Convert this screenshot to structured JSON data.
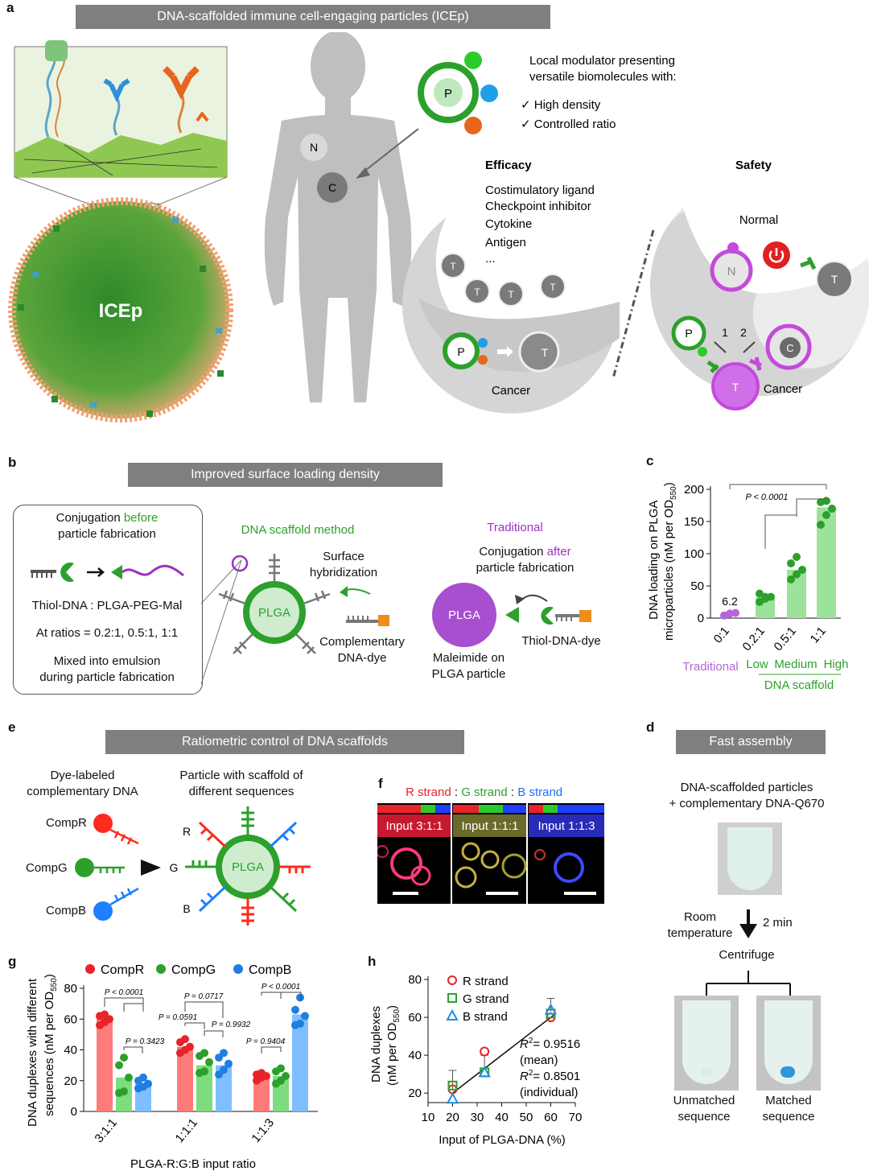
{
  "panel_a": {
    "letter": "a",
    "banner": "DNA-scaffolded immune cell-engaging particles (ICEp)",
    "particle_label": "ICEp",
    "node_n": "N",
    "node_c": "C",
    "node_p": "P",
    "modulator_line1": "Local modulator presenting",
    "modulator_line2": "versatile biomolecules with:",
    "check1": "✓ High density",
    "check2": "✓ Controlled ratio",
    "efficacy_title": "Efficacy",
    "efficacy_items": [
      "Costimulatory ligand",
      "Checkpoint inhibitor",
      "Cytokine",
      "Antigen",
      "..."
    ],
    "safety_title": "Safety",
    "normal_label": "Normal",
    "cancer_label": "Cancer",
    "t_label": "T",
    "num1": "1",
    "num2": "2"
  },
  "panel_b": {
    "letter": "b",
    "banner": "Improved surface loading density",
    "box_line1_pre": "Conjugation ",
    "box_line1_em": "before",
    "box_line2": "particle fabrication",
    "thiol_line": "Thiol-DNA : PLGA-PEG-Mal",
    "ratios_line": "At ratios = 0.2:1, 0.5:1, 1:1",
    "mixed_line1": "Mixed into emulsion",
    "mixed_line2": "during particle fabrication",
    "scaffold_method": "DNA scaffold method",
    "plga": "PLGA",
    "surface_hyb1": "Surface",
    "surface_hyb2": "hybridization",
    "comp_dye1": "Complementary",
    "comp_dye2": "DNA-dye",
    "traditional": "Traditional",
    "conj_after_pre": "Conjugation ",
    "conj_after_em": "after",
    "conj_after_line2": "particle fabrication",
    "thiol_dye": "Thiol-DNA-dye",
    "maleimide1": "Maleimide on",
    "maleimide2": "PLGA particle"
  },
  "panel_c": {
    "letter": "c",
    "chart_data": {
      "type": "bar",
      "categories": [
        "0:1",
        "0.2:1",
        "0.5:1",
        "1:1"
      ],
      "values": [
        6.2,
        32,
        75,
        172
      ],
      "points": [
        [
          4,
          7,
          8
        ],
        [
          25,
          30,
          33,
          38,
          33
        ],
        [
          60,
          68,
          75,
          85,
          95
        ],
        [
          145,
          160,
          170,
          180,
          182
        ]
      ],
      "ylim": [
        0,
        200
      ],
      "yticks": [
        0,
        50,
        100,
        150,
        200
      ],
      "ylabel_line1": "DNA loading on PLGA",
      "ylabel_line2": "microparticles (nM per OD",
      "ylabel_sub": "550",
      "bar_label": "6.2",
      "p_value": "P < 0.0001",
      "group_labels": [
        "Traditional",
        "Low",
        "Medium",
        "High"
      ],
      "group_caption": "DNA scaffold",
      "colors": {
        "traditional": "#b565d8",
        "scaffold_bar": "#9be39b",
        "scaffold_dot": "#2ca02c"
      }
    }
  },
  "panel_d": {
    "letter": "d",
    "banner": "Fast assembly",
    "line1": "DNA-scaffolded particles",
    "line2": "+ complementary DNA-Q670",
    "room1": "Room",
    "room2": "temperature",
    "time": "2 min",
    "centrifuge": "Centrifuge",
    "unmatched1": "Unmatched",
    "unmatched2": "sequence",
    "matched1": "Matched",
    "matched2": "sequence"
  },
  "panel_e": {
    "letter": "e",
    "banner": "Ratiometric control of DNA scaffolds",
    "dye_label1": "Dye-labeled",
    "dye_label2": "complementary DNA",
    "particle_label1": "Particle with scaffold of",
    "particle_label2": "different sequences",
    "compR": "CompR",
    "compG": "CompG",
    "compB": "CompB",
    "r": "R",
    "g": "G",
    "b": "B",
    "plga": "PLGA"
  },
  "panel_f": {
    "letter": "f",
    "title_r": "R strand",
    "sep": " : ",
    "title_g": "G strand",
    "title_b": "B strand",
    "inputs": [
      "Input 3:1:1",
      "Input 1:1:1",
      "Input 1:1:3"
    ]
  },
  "panel_g": {
    "letter": "g",
    "chart_data": {
      "type": "bar",
      "categories": [
        "3:1:1",
        "1:1:1",
        "1:1:3"
      ],
      "series": [
        {
          "name": "CompR",
          "values": [
            60,
            42,
            23
          ],
          "points": [
            [
              56,
              58,
              60,
              62,
              63
            ],
            [
              38,
              40,
              42,
              45,
              47
            ],
            [
              20,
              22,
              23,
              24,
              25
            ]
          ]
        },
        {
          "name": "CompG",
          "values": [
            22,
            30,
            23
          ],
          "points": [
            [
              12,
              13,
              22,
              30,
              35
            ],
            [
              25,
              26,
              32,
              36,
              38
            ],
            [
              18,
              20,
              23,
              26,
              28
            ]
          ]
        },
        {
          "name": "CompB",
          "values": [
            18,
            30,
            63
          ],
          "points": [
            [
              15,
              16,
              18,
              20,
              22
            ],
            [
              24,
              27,
              31,
              35,
              38
            ],
            [
              56,
              57,
              62,
              66,
              74
            ]
          ]
        }
      ],
      "ylim": [
        0,
        80
      ],
      "yticks": [
        0,
        20,
        40,
        60,
        80
      ],
      "ylabel_line1": "DNA duplexes with different",
      "ylabel_line2": "sequences (nM per OD",
      "ylabel_sub": "550",
      "xlabel": "PLGA-R:G:B input ratio",
      "p_values": [
        "P < 0.0001",
        "P = 0.3423",
        "P = 0.0717",
        "P = 0.0591",
        "P = 0.9932",
        "P < 0.0001",
        "P = 0.9404"
      ],
      "colors": {
        "bar_r": "#ff7b7b",
        "bar_g": "#7ddc7d",
        "bar_b": "#7fbfff",
        "dot_r": "#e8242a",
        "dot_g": "#2ca02c",
        "dot_b": "#1f7fe0"
      }
    }
  },
  "panel_h": {
    "letter": "h",
    "chart_data": {
      "type": "scatter",
      "x": [
        20,
        33,
        60
      ],
      "series": [
        {
          "name": "R strand",
          "values": [
            22,
            42,
            60
          ]
        },
        {
          "name": "G strand",
          "values": [
            24,
            31,
            62
          ]
        },
        {
          "name": "B strand",
          "values": [
            17,
            31,
            64
          ]
        }
      ],
      "mean": [
        22,
        34,
        63
      ],
      "error": [
        10,
        6,
        7
      ],
      "fit": {
        "x": [
          20,
          62
        ],
        "y": [
          20,
          62
        ]
      },
      "xlim": [
        10,
        70
      ],
      "ylim": [
        15,
        80
      ],
      "xticks": [
        10,
        20,
        30,
        40,
        50,
        60,
        70
      ],
      "yticks": [
        20,
        40,
        60,
        80
      ],
      "xlabel": "Input of PLGA-DNA (%)",
      "ylabel_line1": "DNA duplexes",
      "ylabel_line2": "(nM per OD",
      "ylabel_sub": "550",
      "r2_mean": "= 0.9516",
      "r2_mean_label": "(mean)",
      "r2_ind": "= 0.8501",
      "r2_ind_label": "(individual)",
      "r2_symbol": "R"
    }
  }
}
